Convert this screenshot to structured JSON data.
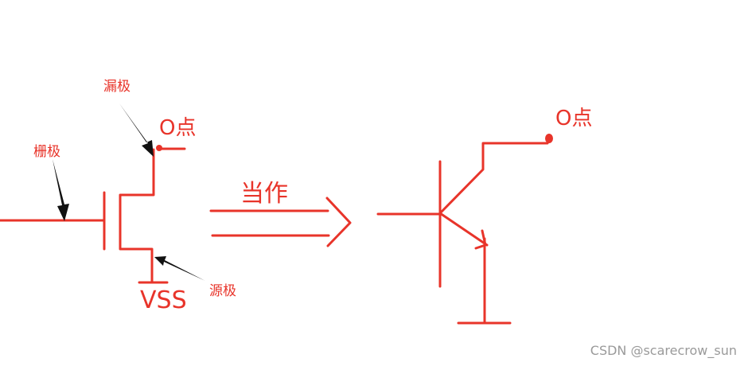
{
  "colors": {
    "stroke": "#e8342a",
    "arrow": "#111111",
    "watermark": "#9a9a9a"
  },
  "mosfet": {
    "labels": {
      "drain": "漏极",
      "gate": "栅极",
      "source": "源极",
      "supply": "VSS",
      "node": "O点"
    }
  },
  "transform": {
    "label": "当作"
  },
  "bjt": {
    "labels": {
      "node": "O点"
    }
  },
  "watermark": {
    "text": "CSDN @scarecrow_sun"
  }
}
